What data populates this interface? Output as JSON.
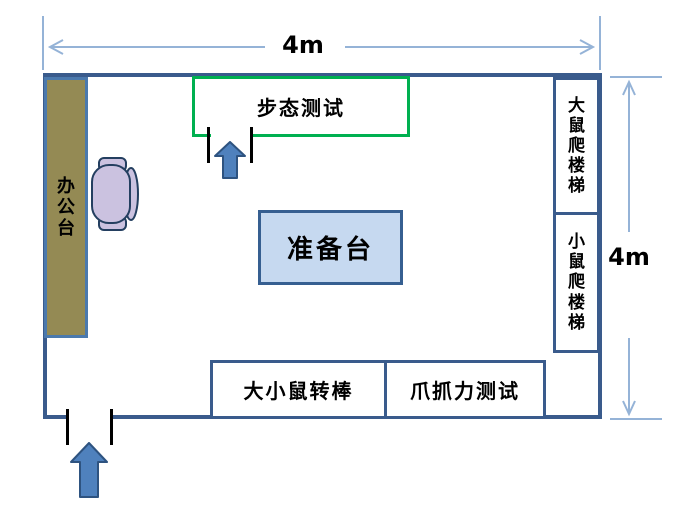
{
  "colors": {
    "bg": "#ffffff",
    "wall": "#3a5b8c",
    "box_border": "#3a5b8c",
    "green_border": "#00b050",
    "desk_fill": "#948a54",
    "desk_border": "#4b79ad",
    "prep_fill": "#c6d9f0",
    "prep_border": "#365f91",
    "dim_line": "#95b3d7",
    "chair_fill": "#cbc2e0",
    "chair_stroke": "#243f60",
    "arrow_fill": "#4f81bd",
    "arrow_stroke": "#2e5380",
    "door_tick": "#000000",
    "text": "#000000"
  },
  "dimensions": {
    "top": {
      "label": "4m"
    },
    "right": {
      "label": "4m"
    }
  },
  "areas": {
    "office_desk": {
      "label": "办公台"
    },
    "gait_test": {
      "label": "步态测试"
    },
    "prep_table": {
      "label": "准备台"
    },
    "rat_stairs": {
      "label": "大鼠爬楼梯"
    },
    "mouse_stairs": {
      "label": "小鼠爬楼梯"
    },
    "rotarod": {
      "label": "大小鼠转棒"
    },
    "grip_test": {
      "label": "爪抓力测试"
    }
  },
  "icons": {
    "chair": "office-chair-top-view-icon",
    "top_entrance": "up-arrow-icon",
    "bottom_entrance": "up-arrow-icon"
  }
}
